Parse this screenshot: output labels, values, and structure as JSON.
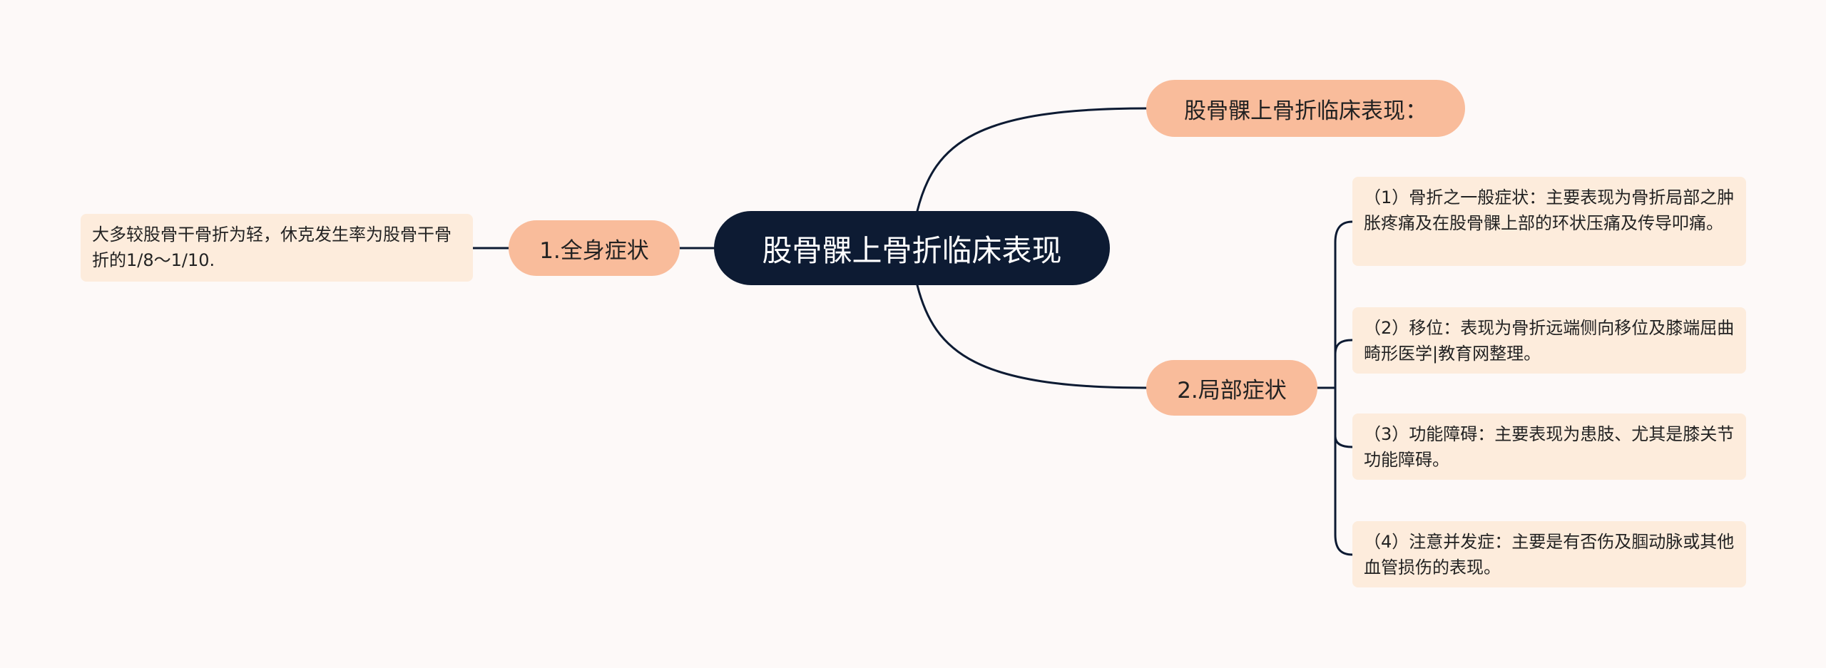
{
  "root": {
    "label": "股骨髁上骨折临床表现"
  },
  "branches": {
    "top": {
      "label": "股骨髁上骨折临床表现："
    },
    "left": {
      "label": "1.全身症状",
      "detail": "大多较股骨干骨折为轻，休克发生率为股骨干骨折的1/8～1/10."
    },
    "right": {
      "label": "2.局部症状",
      "items": [
        "（1）骨折之一般症状：主要表现为骨折局部之肿胀疼痛及在股骨髁上部的环状压痛及传导叩痛。",
        "（2）移位：表现为骨折远端侧向移位及膝端屈曲畸形医学|教育网整理。",
        "（3）功能障碍：主要表现为患肢、尤其是膝关节功能障碍。",
        "（4）注意并发症：主要是有否伤及腘动脉或其他血管损伤的表现。"
      ]
    }
  },
  "colors": {
    "background": "#fdf9f8",
    "root_fill": "#0d1b33",
    "branch_fill": "#f9bc9b",
    "leaf_fill": "#fdecdc",
    "connector": "#0d1b33"
  }
}
